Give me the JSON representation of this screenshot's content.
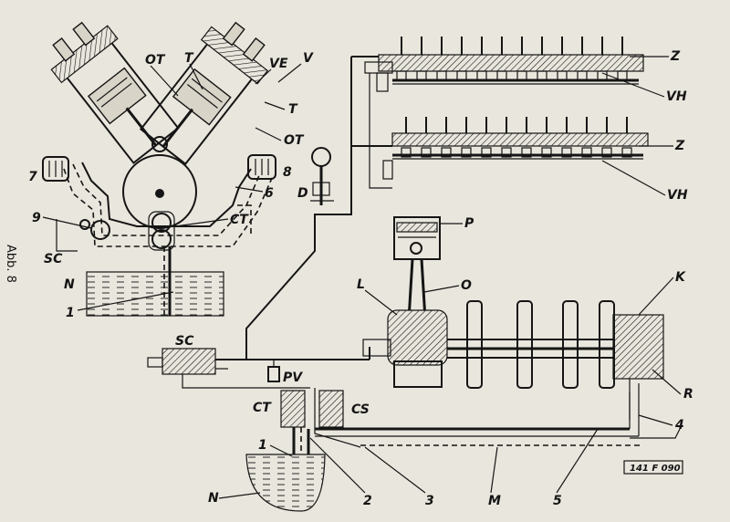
{
  "figure": {
    "side_caption": "Abb. 8",
    "stamp": "141 F 090"
  },
  "labels": {
    "OT_top": "OT",
    "T_top": "T",
    "VE": "VE",
    "V": "V",
    "T_right": "T",
    "OT_right": "OT",
    "n8": "8",
    "n7": "7",
    "n6": "6",
    "n9": "9",
    "CT_upper": "CT",
    "SC_left": "SC",
    "N_upper": "N",
    "n1_upper": "1",
    "D": "D",
    "Z_top": "Z",
    "VH_top": "VH",
    "Z_mid": "Z",
    "VH_mid": "VH",
    "P": "P",
    "O": "O",
    "L": "L",
    "K": "K",
    "R": "R",
    "SC_lower": "SC",
    "PV": "PV",
    "CT_lower": "CT",
    "CS": "CS",
    "n4": "4",
    "n1_lower": "1",
    "N_lower": "N",
    "n2": "2",
    "n3": "3",
    "M": "M",
    "n5": "5"
  }
}
